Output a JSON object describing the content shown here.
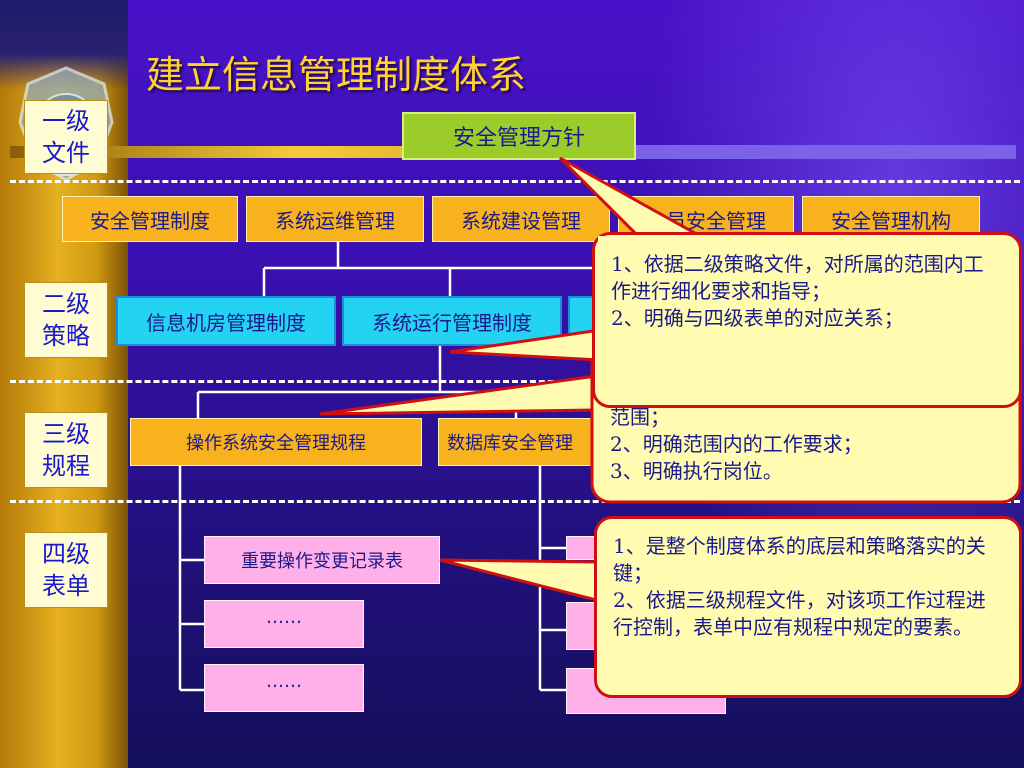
{
  "slide": {
    "title": "建立信息管理制度体系"
  },
  "levels": [
    {
      "line1": "一级",
      "line2": "文件"
    },
    {
      "line1": "二级",
      "line2": "策略"
    },
    {
      "line1": "三级",
      "line2": "规程"
    },
    {
      "line1": "四级",
      "line2": "表单"
    }
  ],
  "level1": {
    "policy": "安全管理方针"
  },
  "level2": {
    "top_row": [
      "安全管理制度",
      "系统运维管理",
      "系统建设管理",
      "人员安全管理",
      "安全管理机构"
    ],
    "sub_row": [
      "信息机房管理制度",
      "系统运行管理制度"
    ]
  },
  "level3": {
    "procedures": [
      "操作系统安全管理规程",
      "数据库安全管理"
    ]
  },
  "level4": {
    "forms": [
      "重要操作变更记录表",
      "……",
      "……"
    ]
  },
  "callouts": {
    "level2_note": [
      "1、依据二级策略文件，对所属的范围内工作进行细化要求和指导；",
      "2、明确与四级表单的对应关系；"
    ],
    "level3_note": [
      "范围；",
      "2、明确范围内的工作要求；",
      "3、明确执行岗位。"
    ],
    "level4_note": [
      "1、是整个制度体系的底层和策略落实的关键；",
      "2、依据三级规程文件，对该项工作过程进行控制，表单中应有规程中规定的要素。"
    ]
  },
  "colors": {
    "title": "#ffd230",
    "label_text": "#1a1acc",
    "callout_fill": "#fffbb0",
    "callout_border": "#d01010"
  }
}
